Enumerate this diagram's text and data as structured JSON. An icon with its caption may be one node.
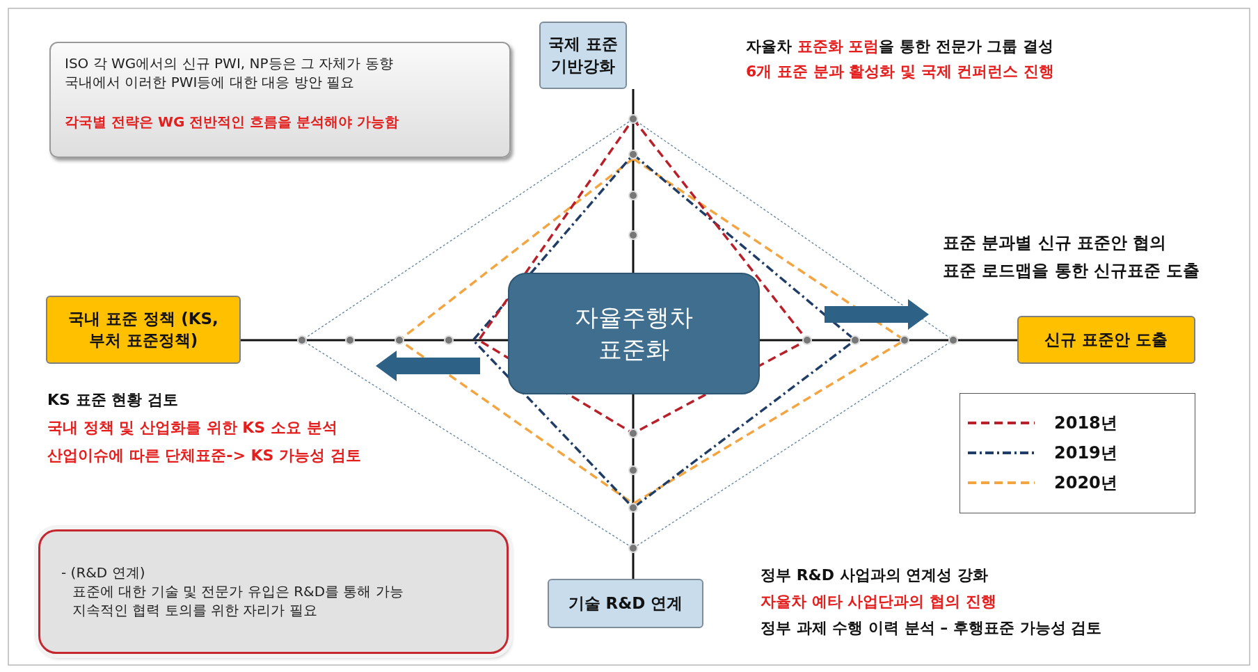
{
  "diagram": {
    "nodes": [
      {
        "text": [
          "국제 표준 기반강화"
        ],
        "beside": [
          "자율차 **표준화 포럼**을 통한 전문가 그룹 결성",
          "6개 표준 분과 활성화 및 국제 컨퍼런스 진행"
        ]
      },
      {
        "text": [
          "ISO 각 WG에서의 신규 PWI, NP등은 그 자체가 동향",
          "국내에서 이러한 PWI등에 대한 대응 방안 필요",
          "각국별 전략은 WG 전반적인 흐름을 분석해야 가능함"
        ]
      },
      {
        "text": [
          "국내 표준 정책 (KS, 부처 표준정책)"
        ],
        "beside": [
          "KS 표준 현황 검토",
          "국내 정책 및 산업화를 위한 KS 소요 분석",
          "산업이슈에 따른 단체표준-> KS 가능성 검토"
        ]
      },
      {
        "text": [
          "자율주행차 표준화"
        ]
      },
      {
        "text": [
          "신규 표준안 도출"
        ],
        "beside": [
          "표준 분과별 신규 표준안 협의",
          "표준 로드맵을 통한 신규표준 도출"
        ]
      },
      {
        "text": [
          "- (R&D 연계)",
          "표준에 대한 기술 및 전문가 유입은 R&D를 통해 가능",
          "지속적인 협력 토의를 위한 자리가 필요"
        ]
      },
      {
        "text": [
          "기술 R&D 연계"
        ],
        "beside": [
          "정부 R&D 사업과의 연계성 강화",
          "자율차 예타 사업단과의 협의 진행",
          "정부 과제 수행 이력 분석 – 후행표준 가능성 검토"
        ]
      }
    ],
    "edges": [
      {
        "from": 3,
        "to": 0,
        "arrow": "none"
      },
      {
        "from": 3,
        "to": 4,
        "arrow": "none"
      },
      {
        "from": 3,
        "to": 6,
        "arrow": "none"
      },
      {
        "from": 3,
        "to": 2,
        "arrow": "none"
      }
    ],
    "legend": [
      {
        "text": "2018년"
      },
      {
        "text": "2019년"
      },
      {
        "text": "2020년"
      }
    ]
  }
}
